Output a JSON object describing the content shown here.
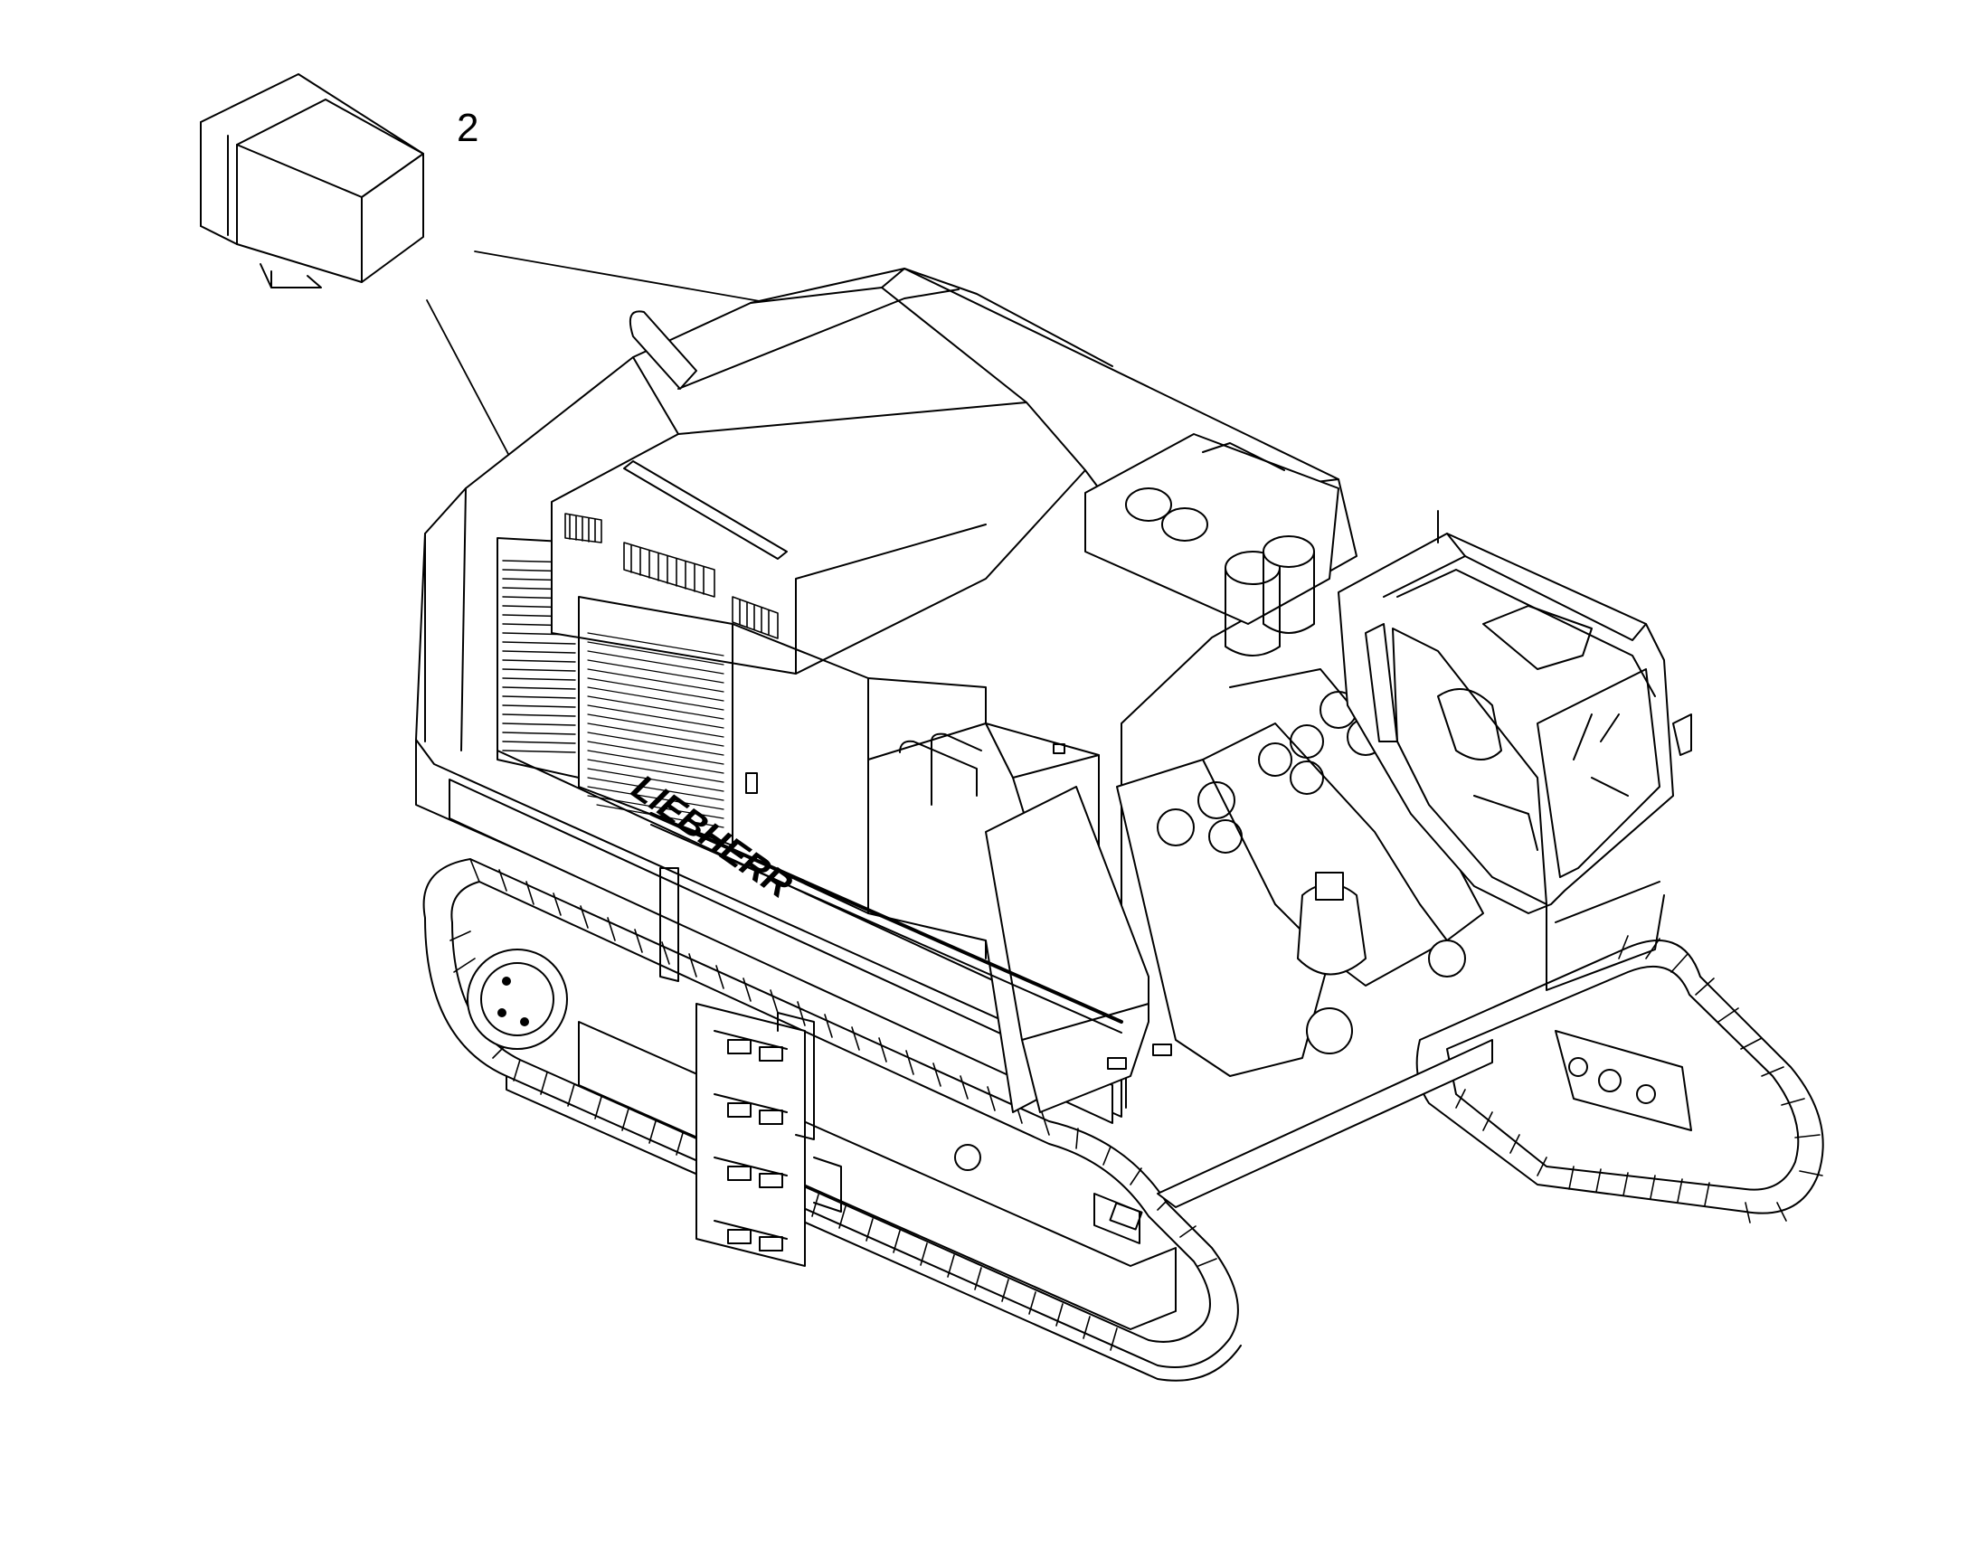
{
  "callouts": [
    {
      "id": "2",
      "label": "2"
    }
  ],
  "brand_text": "LIEBHERR",
  "colors": {
    "line": "#000000",
    "background": "#ffffff"
  }
}
